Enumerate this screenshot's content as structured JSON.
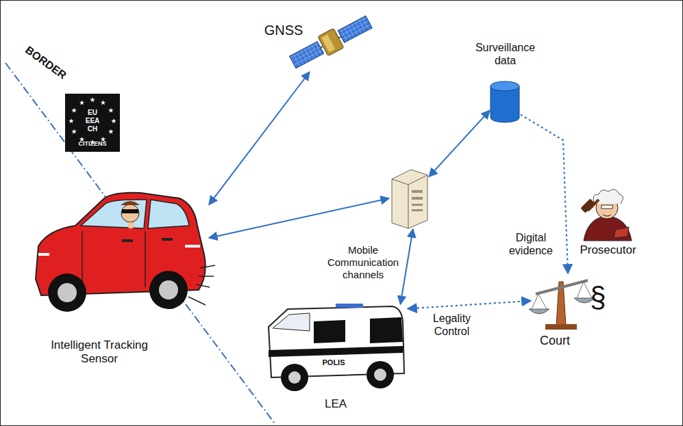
{
  "diagram": {
    "nodes": [
      {
        "text": [
          "EU EEA CH",
          "CITIZENS"
        ]
      },
      {
        "text": [
          "GNSS"
        ]
      },
      {
        "text": [
          "Surveillance data"
        ]
      },
      {
        "text": [
          "Mobile Communication channels"
        ]
      },
      {
        "text": [
          "Intelligent Tracking Sensor"
        ]
      },
      {
        "text": [
          "LEA"
        ]
      },
      {
        "text": [
          "Court"
        ]
      },
      {
        "text": [
          "Prosecutor"
        ]
      }
    ],
    "edges": [
      {
        "from": 4,
        "to": 1,
        "arrow": "both"
      },
      {
        "from": 4,
        "to": 3,
        "arrow": "both"
      },
      {
        "from": 3,
        "to": 2,
        "arrow": "both"
      },
      {
        "from": 3,
        "to": 5,
        "arrow": "both"
      },
      {
        "from": 2,
        "to": 6,
        "label": "Digital evidence",
        "arrow": "to"
      },
      {
        "from": 5,
        "to": 6,
        "label": "Legality Control",
        "arrow": "both"
      }
    ],
    "labels": [
      "BORDER",
      "POLIS",
      "§"
    ]
  }
}
